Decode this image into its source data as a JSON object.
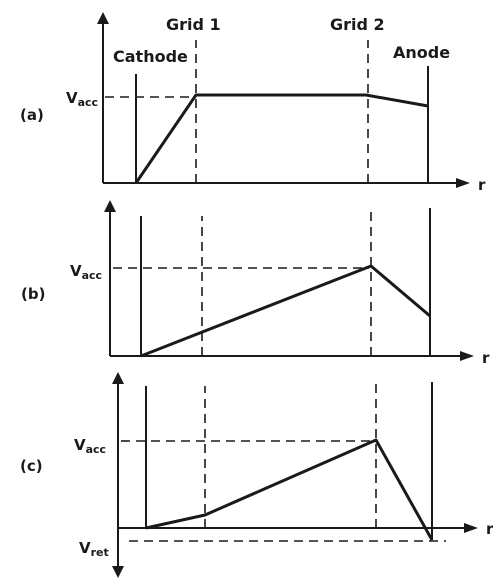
{
  "labels": {
    "grid1": "Grid 1",
    "grid2": "Grid 2",
    "cathode": "Cathode",
    "anode": "Anode",
    "axis_r": "r",
    "v_acc": "acc",
    "v_ret": "ret",
    "v_symbol": "V"
  },
  "panels": [
    {
      "id": "a",
      "label": "(a)"
    },
    {
      "id": "b",
      "label": "(b)"
    },
    {
      "id": "c",
      "label": "(c)"
    }
  ],
  "colors": {
    "ink": "#1a1a1a",
    "background": "#ffffff"
  }
}
